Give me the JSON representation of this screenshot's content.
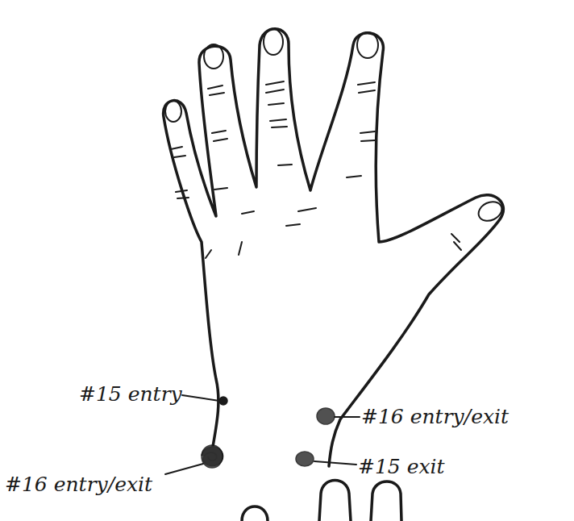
{
  "diagram": {
    "labels": [
      "#15 entry",
      "#16 entry/exit",
      "#16 entry/exit",
      "#15 exit"
    ]
  }
}
